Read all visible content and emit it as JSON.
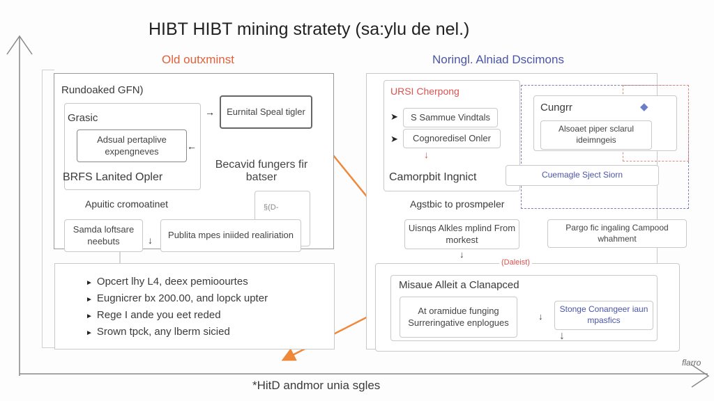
{
  "title": "HIBT HIBT mining stratety (sa:ylu de nel.)",
  "footer": "*HitD andmor unia sgles",
  "axis_label": "flarro",
  "colors": {
    "arrow": "#f0883a",
    "left_heading": "#e0603a",
    "right_heading": "#4a55a8",
    "accent_red": "#d9534f"
  },
  "left": {
    "heading": "Old outxminst",
    "group_label": "Rundoaked GFN)",
    "grasic": "Grasic",
    "adsual": "Adsual pertaplive expengneves",
    "brfs": "BRFS Lanited Opler",
    "eurnital": "Eurnital Speal tigler",
    "becavid": "Becavid fungers fir batser",
    "small_note": "§(D-",
    "apuitic": "Apuitic cromoatinet",
    "samda": "Samda loftsare neebuts",
    "publita": "Publita mpes iniided realiriation",
    "bullets": [
      "Opcert lhy L4, deex pemioourtes",
      "Eugnicrer bx 200.00, and lopck upter",
      "Rege I ande you eet reded",
      "Srown tpck, any lberm sicied"
    ]
  },
  "right": {
    "heading": "Noringl. Alniad Dscimons",
    "ursi": "URSI Cherpong",
    "sammue": "S Sammue Vindtals",
    "cognoredisel": "Cognoredisel Onler",
    "camorpbit": "Camorpbit Ingnict",
    "cungrr": "Cungrr",
    "alsoaet": "Alsoaet piper sclarul ideimngeis",
    "cuemagle": "Cuemagle Sject Siorn",
    "agstbic": "Agstbic to prosmpeler",
    "uisnqs": "Uisnqs Alkles mplind From morkest",
    "pargo": "Pargo fic ingaling Campood whahment",
    "daleist": "(Daleist)",
    "misaue": "Misaue Alleit a Clanapced",
    "at_oramidue": "At oramidue funging Surreringative enplogues",
    "stonge": "Stonge Conangeer iaun mpasfics"
  }
}
